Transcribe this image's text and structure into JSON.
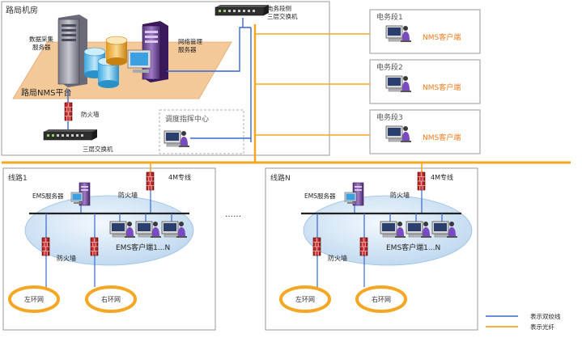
{
  "bureau": {
    "title": "路局机房",
    "platform_label": "路局NMS平台",
    "data_server_label": [
      "数据采集",
      "服务器"
    ],
    "net_mgmt_server_label": [
      "网络管理",
      "服务器"
    ],
    "segment_switch_label": [
      "电务段侧",
      "三层交换机"
    ],
    "firewall_label": "防火墙",
    "l3_switch_label": "三层交换机",
    "dispatch_label": "调度指挥中心"
  },
  "segments": [
    {
      "title": "电务段1",
      "client_label": "NMS客户端"
    },
    {
      "title": "电务段2",
      "client_label": "NMS客户端"
    },
    {
      "title": "电务段3",
      "client_label": "NMS客户端"
    }
  ],
  "lines": [
    {
      "title": "线路1",
      "link_label": "4M专线",
      "ems_server_label": "EMS服务器",
      "firewall_top_label": "防火墙",
      "firewall_bottom_label": "防火墙",
      "ems_clients_label": "EMS客户端1...N",
      "left_ring": "左环网",
      "right_ring": "右环网"
    },
    {
      "title": "线路N",
      "link_label": "4M专线",
      "ems_server_label": "EMS服务器",
      "firewall_top_label": "防火墙",
      "firewall_bottom_label": "防火墙",
      "ems_clients_label": "EMS客户端1...N",
      "left_ring": "左环网",
      "right_ring": "右环网"
    }
  ],
  "ellipsis": "……",
  "legend": {
    "twisted_pair": "表示双绞线",
    "fiber": "表示光纤"
  },
  "colors": {
    "fiber": "#f5a623",
    "twisted_pair": "#3a66d4",
    "frame_border": "#9a9a9a",
    "platform": "#f4c99a",
    "lan_ellipse": "#cfe2f5",
    "orange_text": "#f07a1a"
  },
  "icons": [
    "server-tower-icon",
    "database-icon",
    "monitor-icon",
    "switch-icon",
    "firewall-icon",
    "workstation-icon"
  ]
}
